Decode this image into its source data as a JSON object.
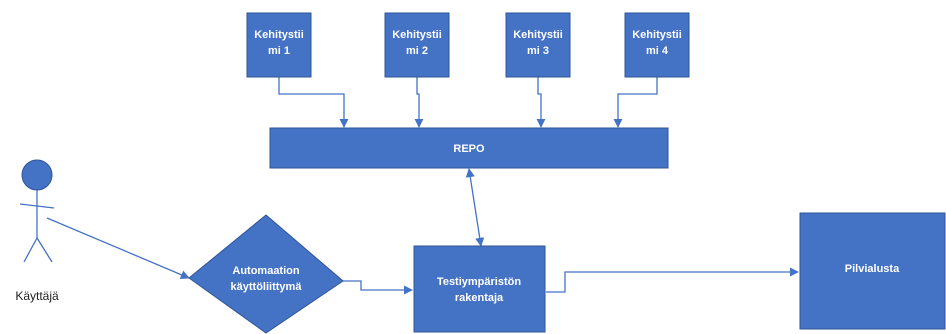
{
  "nodes": {
    "dev1": {
      "line1": "Kehitystii",
      "line2": "mi 1"
    },
    "dev2": {
      "line1": "Kehitystii",
      "line2": "mi 2"
    },
    "dev3": {
      "line1": "Kehitystii",
      "line2": "mi 3"
    },
    "dev4": {
      "line1": "Kehitystii",
      "line2": "mi 4"
    },
    "repo": {
      "label": "REPO"
    },
    "ui": {
      "line1": "Automaation",
      "line2": "käyttöliittymä"
    },
    "builder": {
      "line1": "Testiympäristön",
      "line2": "rakentaja"
    },
    "cloud": {
      "label": "Pilvialusta"
    }
  },
  "actor": {
    "label": "Käyttäjä"
  },
  "colors": {
    "node_fill": "#4472c4",
    "node_border": "#2f5597",
    "edge": "#4472c4"
  }
}
